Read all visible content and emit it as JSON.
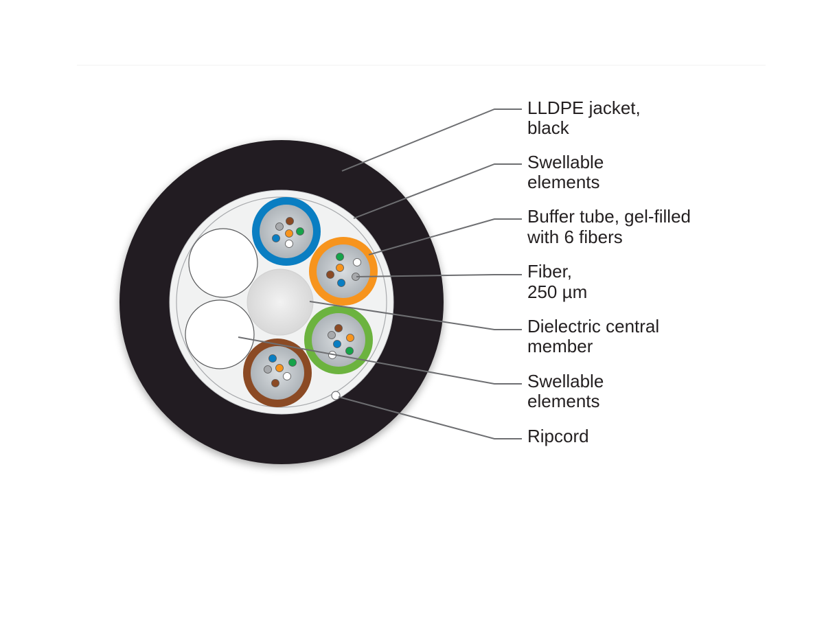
{
  "labels": {
    "jacket": [
      "LLDPE jacket,",
      "black"
    ],
    "swellable_top": [
      "Swellable",
      "elements"
    ],
    "buffer_tube": [
      "Buffer tube, gel-filled",
      "with 6 fibers"
    ],
    "fiber": [
      "Fiber,",
      "250 µm"
    ],
    "central_member": [
      "Dielectric central",
      "member"
    ],
    "swellable_bottom": [
      "Swellable",
      "elements"
    ],
    "ripcord": [
      "Ripcord"
    ]
  },
  "colors": {
    "jacket": "#231f20",
    "inner_fill": "#f1f2f2",
    "tube_blue": "#0a7ec2",
    "tube_orange": "#f7941d",
    "tube_green": "#6cb33f",
    "tube_brown": "#8b4a24",
    "gel": "#c7ccd0",
    "leader": "#6d6e71",
    "fiber_brown": "#8b4a24",
    "fiber_grey": "#a7a9ac",
    "fiber_green": "#16a34a",
    "fiber_blue": "#0a7ec2",
    "fiber_orange": "#f7941d",
    "fiber_white": "#ffffff"
  }
}
